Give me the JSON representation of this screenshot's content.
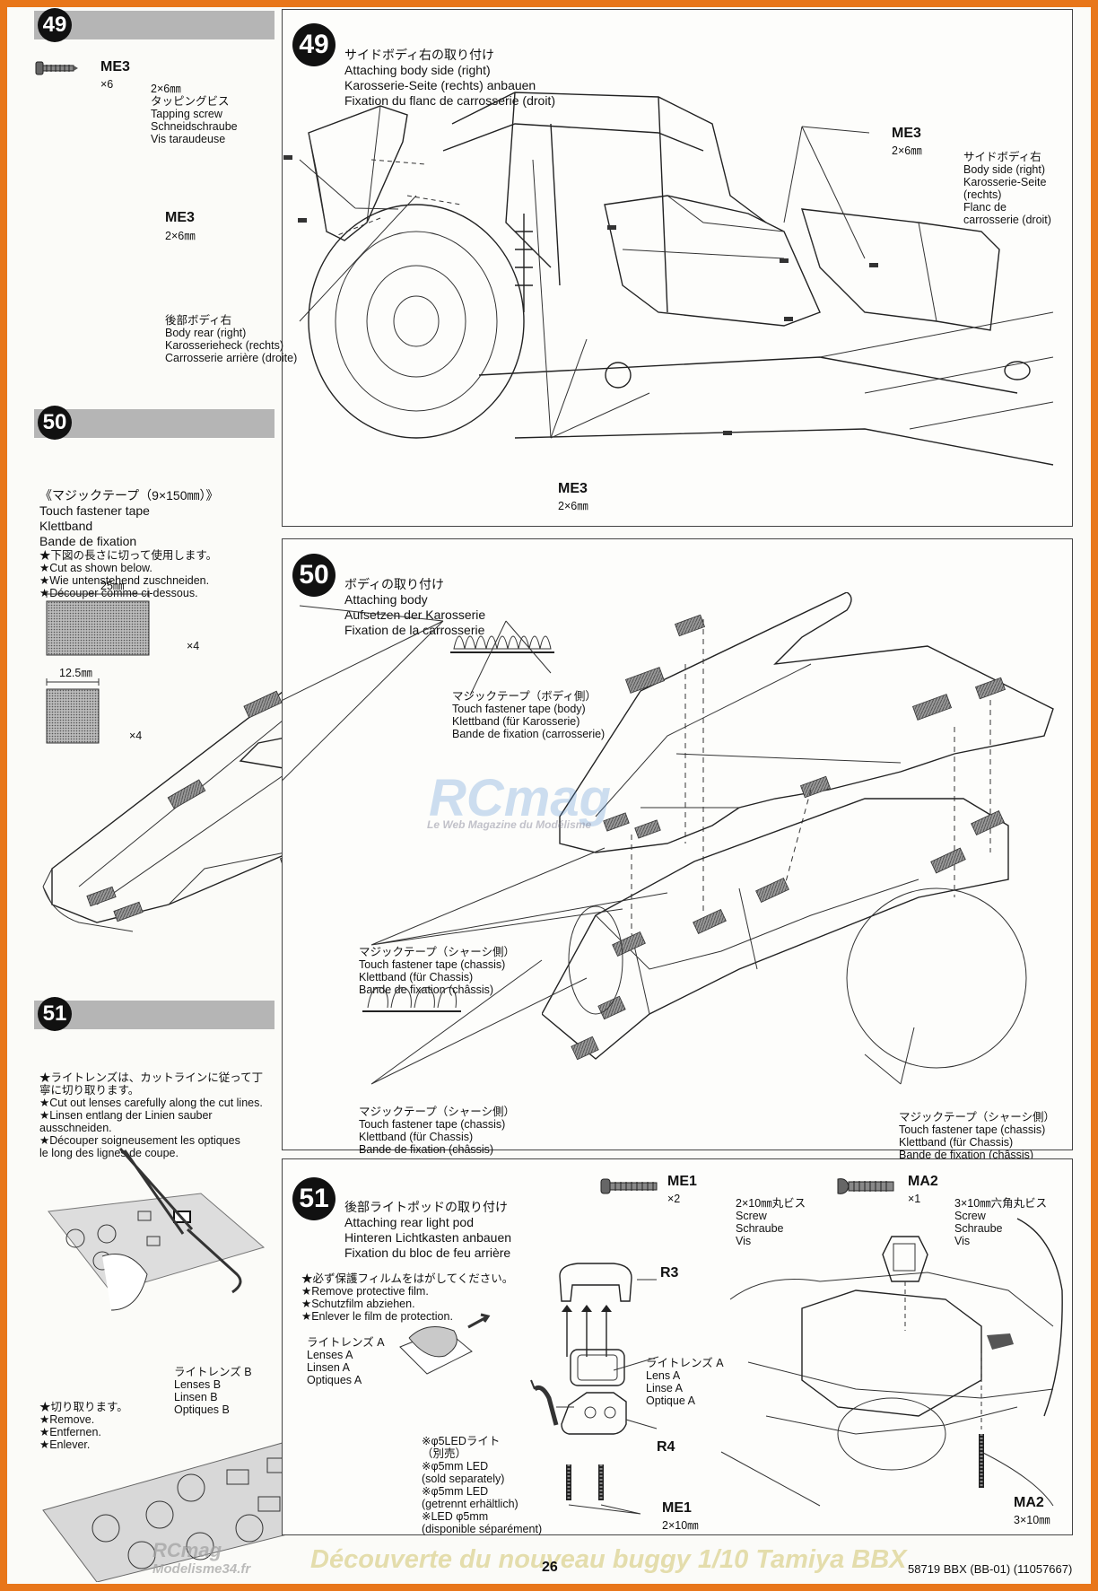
{
  "footer": {
    "page_number": "26",
    "code": "58719 BBX (BB-01) (11057667)"
  },
  "watermarks": {
    "center_logo": "RCmag",
    "center_tagline": "Le Web Magazine du Modélisme",
    "bottom_logo": "RCmag",
    "bottom_site": "Modelisme34.fr",
    "bottom_banner": "Découverte du nouveau buggy 1/10 Tamiya BBX"
  },
  "left": {
    "s49": {
      "num": "49",
      "part_code": "ME3",
      "qty": "×6",
      "desc": [
        "2×6㎜",
        "タッピングビス",
        "Tapping screw",
        "Schneidschraube",
        "Vis taraudeuse"
      ]
    },
    "s50": {
      "num": "50",
      "title": [
        "《マジックテープ（9×150㎜）》",
        "Touch fastener tape",
        "Klettband",
        "Bande de fixation"
      ],
      "notes": [
        "★下図の長さに切って使用します。",
        "★Cut as shown below.",
        "★Wie untenstehend zuschneiden.",
        "★Découper comme ci-dessous."
      ],
      "dim_a": "25㎜",
      "qty_a": "×4",
      "dim_b": "12.5㎜",
      "qty_b": "×4"
    },
    "s51": {
      "num": "51",
      "notes": [
        "★ライトレンズは、カットラインに従って丁",
        "寧に切り取ります。",
        "★Cut out lenses carefully along the cut lines.",
        "★Linsen entlang der Linien sauber",
        "ausschneiden.",
        "★Découper soigneusement les optiques",
        "le long des lignes de coupe."
      ],
      "lens_b": [
        "ライトレンズ B",
        "Lenses B",
        "Linsen B",
        "Optiques B"
      ],
      "remove": [
        "★切り取ります。",
        "★Remove.",
        "★Entfernen.",
        "★Enlever."
      ]
    }
  },
  "step49": {
    "num": "49",
    "title": [
      "サイドボディ右の取り付け",
      "Attaching body side (right)",
      "Karosserie-Seite (rechts) anbauen",
      "Fixation du flanc de carrosserie (droit)"
    ],
    "me3_left": {
      "code": "ME3",
      "size": "2×6㎜"
    },
    "body_rear": [
      "後部ボディ右",
      "Body rear (right)",
      "Karosserieheck (rechts)",
      "Carrosserie arrière (droite)"
    ],
    "me3_right": {
      "code": "ME3",
      "size": "2×6㎜"
    },
    "body_side": [
      "サイドボディ右",
      "Body side (right)",
      "Karosserie-Seite",
      "(rechts)",
      "Flanc de",
      "carrosserie (droit)"
    ],
    "me3_bottom": {
      "code": "ME3",
      "size": "2×6㎜"
    }
  },
  "step50": {
    "num": "50",
    "title": [
      "ボディの取り付け",
      "Attaching body",
      "Aufsetzen der Karosserie",
      "Fixation de la carrosserie"
    ],
    "tape_body": [
      "マジックテープ（ボディ側）",
      "Touch fastener tape (body)",
      "Klettband (für Karosserie)",
      "Bande de fixation (carrosserie)"
    ],
    "tape_chassis_1": [
      "マジックテープ（シャーシ側）",
      "Touch fastener tape (chassis)",
      "Klettband (für Chassis)",
      "Bande de fixation (châssis)"
    ],
    "tape_chassis_2": [
      "マジックテープ（シャーシ側）",
      "Touch fastener tape (chassis)",
      "Klettband (für Chassis)",
      "Bande de fixation (châssis)"
    ],
    "tape_chassis_3": [
      "マジックテープ（シャーシ側）",
      "Touch fastener tape (chassis)",
      "Klettband (für Chassis)",
      "Bande de fixation (châssis)"
    ]
  },
  "step51": {
    "num": "51",
    "title": [
      "後部ライトポッドの取り付け",
      "Attaching rear light pod",
      "Hinteren Lichtkasten anbauen",
      "Fixation du bloc de feu arrière"
    ],
    "me1": {
      "code": "ME1",
      "qty": "×2",
      "desc": [
        "2×10㎜丸ビス",
        "Screw",
        "Schraube",
        "Vis"
      ]
    },
    "ma2": {
      "code": "MA2",
      "qty": "×1",
      "desc": [
        "3×10㎜六角丸ビス",
        "Screw",
        "Schraube",
        "Vis"
      ]
    },
    "notes": [
      "★必ず保護フィルムをはがしてください。",
      "★Remove protective film.",
      "★Schutzfilm abziehen.",
      "★Enlever le film de protection."
    ],
    "lens_a_left": [
      "ライトレンズ A",
      "Lenses A",
      "Linsen A",
      "Optiques A"
    ],
    "r3": "R3",
    "lens_a_right": [
      "ライトレンズ A",
      "Lens A",
      "Linse A",
      "Optique A"
    ],
    "led": [
      "※φ5LEDライト",
      "（別売）",
      "※φ5mm LED",
      "(sold separately)",
      "※φ5mm LED",
      "(getrennt erhältlich)",
      "※LED φ5mm",
      "(disponible séparément)"
    ],
    "r4": "R4",
    "me1_bottom": {
      "code": "ME1",
      "size": "2×10㎜"
    },
    "ma2_bottom": {
      "code": "MA2",
      "size": "3×10㎜"
    }
  }
}
